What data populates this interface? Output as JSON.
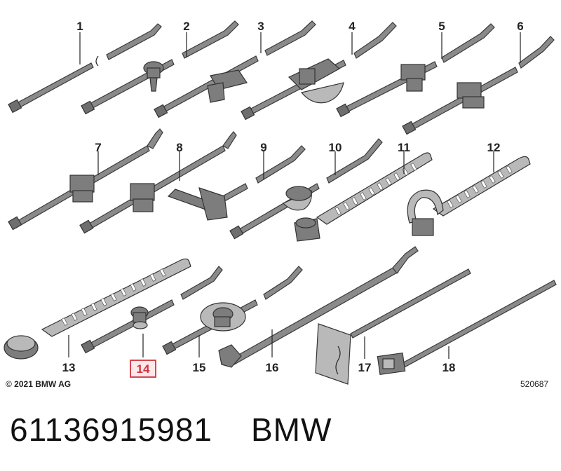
{
  "labels": [
    "1",
    "2",
    "3",
    "4",
    "5",
    "6",
    "7",
    "8",
    "9",
    "10",
    "11",
    "12",
    "13",
    "14",
    "15",
    "16",
    "17",
    "18"
  ],
  "highlighted_label": "14",
  "highlight_color": "#d0343f",
  "copyright": "© 2021 BMW AG",
  "diagram_code": "520687",
  "part_number": "61136915981",
  "brand": "BMW"
}
